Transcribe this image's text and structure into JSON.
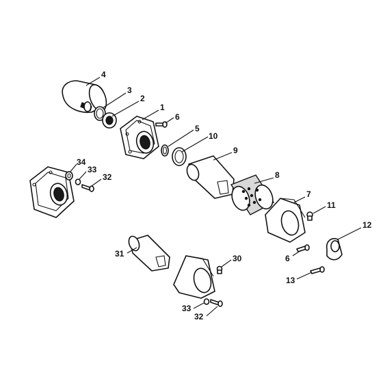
{
  "callouts": [
    {
      "id": "4",
      "label": "4"
    },
    {
      "id": "3",
      "label": "3"
    },
    {
      "id": "2",
      "label": "2"
    },
    {
      "id": "1",
      "label": "1"
    },
    {
      "id": "6a",
      "label": "6"
    },
    {
      "id": "5",
      "label": "5"
    },
    {
      "id": "10",
      "label": "10"
    },
    {
      "id": "9",
      "label": "9"
    },
    {
      "id": "34",
      "label": "34"
    },
    {
      "id": "33a",
      "label": "33"
    },
    {
      "id": "32a",
      "label": "32"
    },
    {
      "id": "8",
      "label": "8"
    },
    {
      "id": "7",
      "label": "7"
    },
    {
      "id": "11",
      "label": "11"
    },
    {
      "id": "12",
      "label": "12"
    },
    {
      "id": "6b",
      "label": "6"
    },
    {
      "id": "13",
      "label": "13"
    },
    {
      "id": "31",
      "label": "31"
    },
    {
      "id": "30",
      "label": "30"
    },
    {
      "id": "33b",
      "label": "33"
    },
    {
      "id": "32b",
      "label": "32"
    }
  ]
}
